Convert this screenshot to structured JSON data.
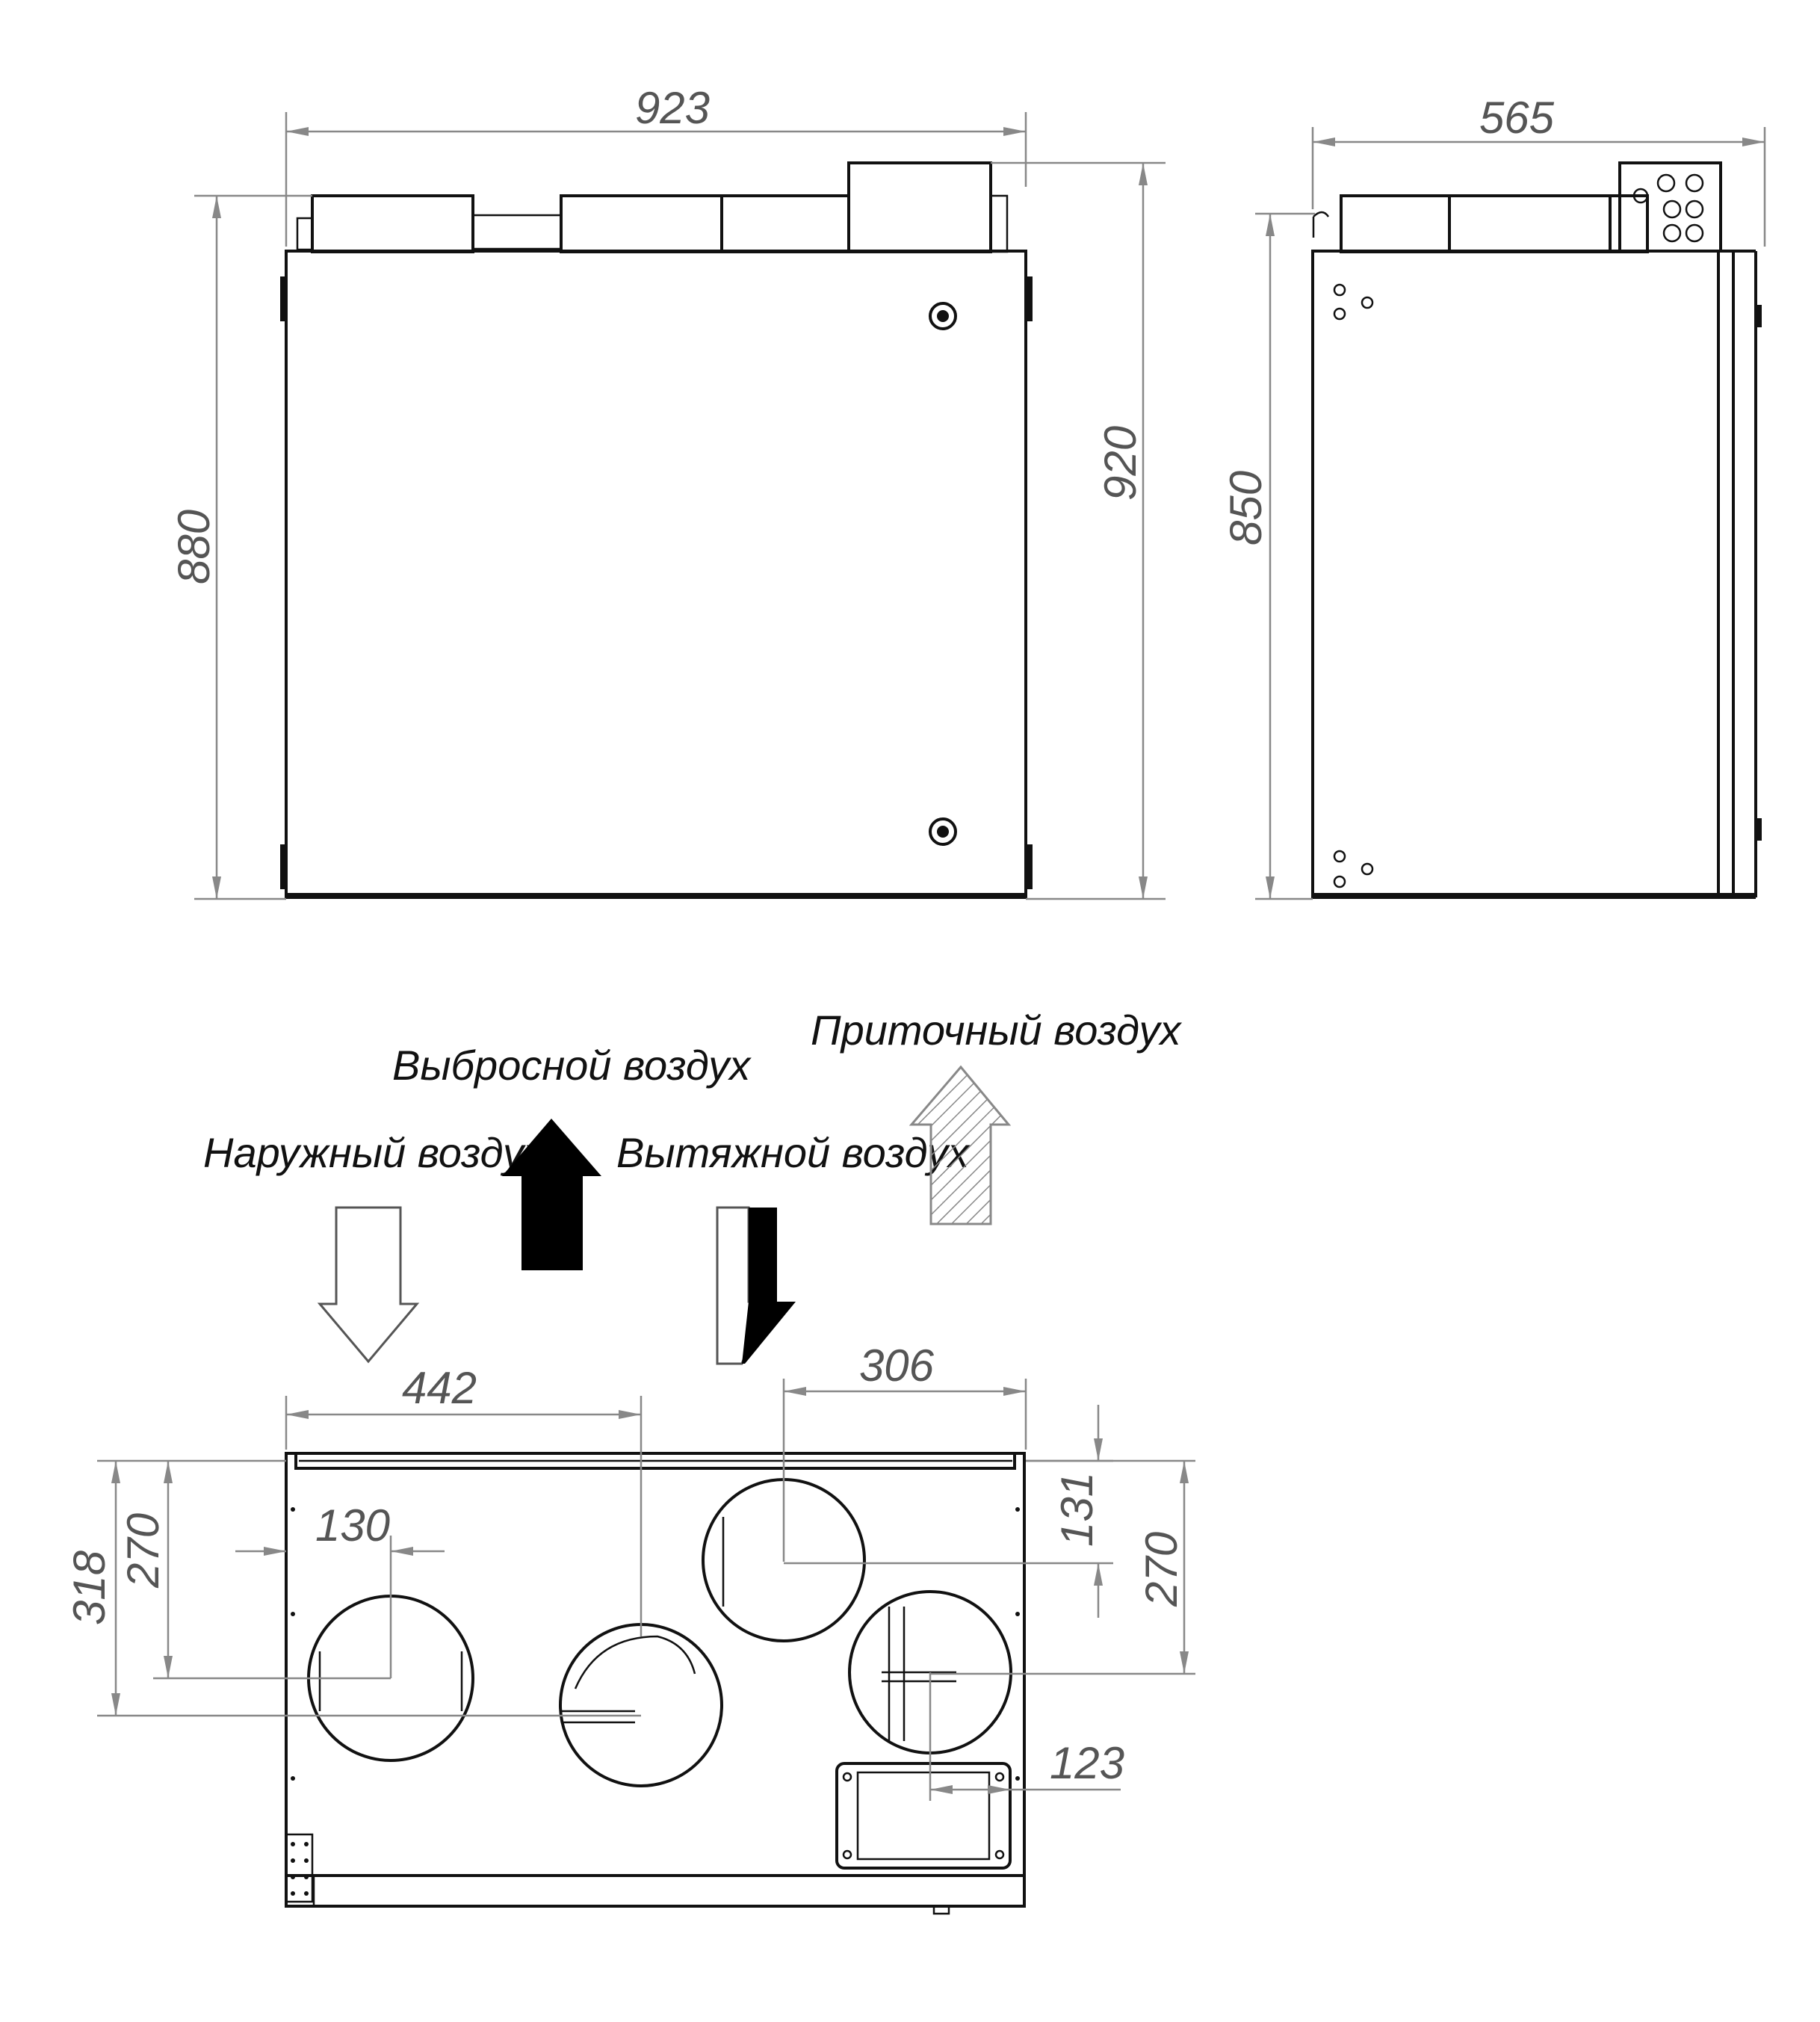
{
  "dimensions": {
    "front_width": "923",
    "front_height_body": "880",
    "front_height_total": "920",
    "side_width": "565",
    "side_height": "850",
    "bottom_442": "442",
    "bottom_306": "306",
    "bottom_131": "131",
    "bottom_270_right": "270",
    "bottom_318": "318",
    "bottom_270_left": "270",
    "bottom_130": "130",
    "bottom_123": "123"
  },
  "air_labels": {
    "outdoor": "Наружный воздух",
    "exhaust": "Выбросной воздух",
    "extract": "Вытяжной воздух",
    "supply": "Приточный воздух"
  }
}
